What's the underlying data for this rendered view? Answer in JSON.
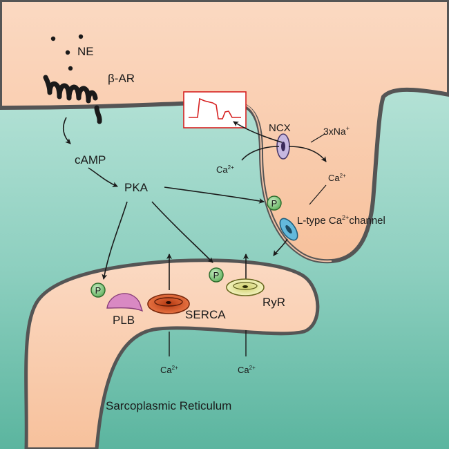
{
  "labels": {
    "ne": "NE",
    "beta_ar": "β-AR",
    "camp": "cAMP",
    "pka": "PKA",
    "ncx": "NCX",
    "na": "3xNa",
    "na_sup": "+",
    "ca_base": "Ca",
    "ca_sup": "2+",
    "ltype_a": "L-type Ca",
    "ltype_sup": "2+",
    "ltype_b": "channel",
    "plb": "PLB",
    "serca": "SERCA",
    "ryr": "RyR",
    "phospho": "P",
    "sr": "Sarcoplasmic Reticulum"
  },
  "colors": {
    "cell_membrane_fill": "#fbd0b2",
    "cytoplasm": "#8ed0c0",
    "membrane_stroke": "#555555",
    "ncx_fill": "#c7b8e0",
    "ltype_fill": "#63b9dc",
    "serca_fill": "#e8622e",
    "ryr_fill": "#f1f0a6",
    "plb_fill": "#d989c3",
    "phospho_fill": "#7ec47c",
    "trace_color": "#d62020"
  }
}
